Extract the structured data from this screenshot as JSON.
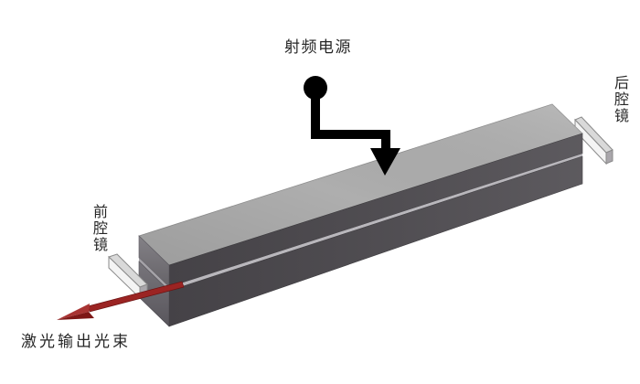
{
  "diagram": {
    "kind": "isometric technical illustration of an RF-excited slab waveguide laser"
  },
  "labels": {
    "rf_power": "射频电源",
    "rear_mirror": "后腔镜",
    "front_mirror": "前腔镜",
    "output_beam": "激光输出光束"
  },
  "icons": {
    "rf_feed": "black circle with elbow arrow pointing down onto slab",
    "laser_output": "red 3d arrow pointing down-left out of cavity"
  },
  "colors": {
    "background": "#ffffff",
    "text": "#262626",
    "body_top": "#aeaeae",
    "body_front": "#4b484d",
    "body_end_upper": "#737076",
    "body_end_lower": "#656269",
    "gap_front": "#b9b7bc",
    "gap_end": "#a5a3a8",
    "mirror_face": "#f4f4f4",
    "mirror_top": "#d9d9d9",
    "mirror_side": "#a9a6ab",
    "mirror_outline": "#8a8a8a",
    "beam_main": "#9b2423",
    "beam_light": "#a83433",
    "beam_dark": "#7d1716",
    "rf_arrow": "#000000"
  }
}
